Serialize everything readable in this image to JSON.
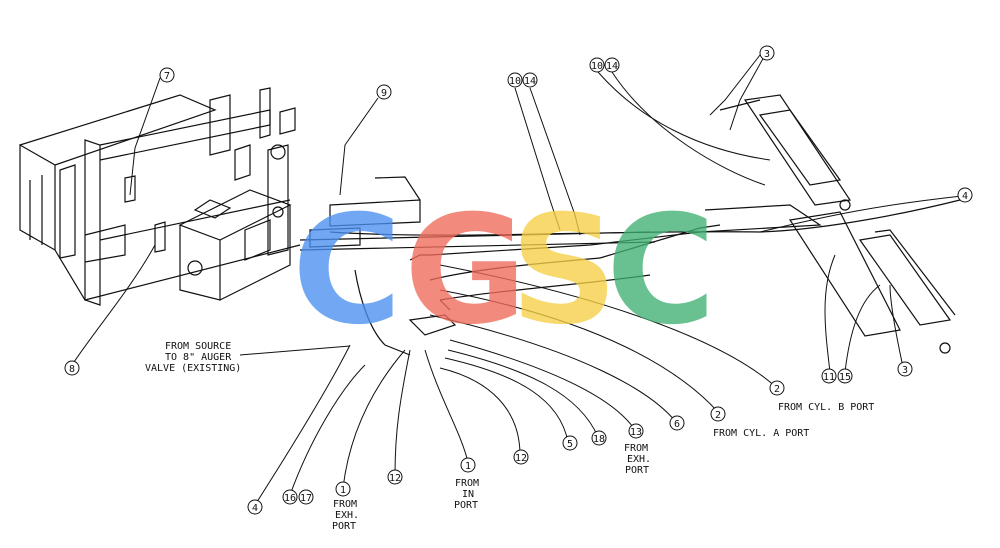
{
  "callouts": {
    "c7": "7",
    "c9": "9",
    "c10a": "10",
    "c14a": "14",
    "c10b": "10",
    "c14b": "14",
    "c3a": "3",
    "c4a": "4",
    "c8": "8",
    "c2a": "2",
    "c2b": "2",
    "c6": "6",
    "c13": "13",
    "c18": "18",
    "c5": "5",
    "c12a": "12",
    "c1a": "1",
    "c12b": "12",
    "c1b": "1",
    "c16": "16",
    "c17": "17",
    "c4b": "4",
    "c11": "11",
    "c15": "15",
    "c3b": "3"
  },
  "notes": {
    "source_1": "FROM SOURCE",
    "source_2": "TO 8\" AUGER",
    "source_3": "VALVE (EXISTING)",
    "cyl_b": "FROM CYL. B PORT",
    "cyl_a": "FROM CYL. A PORT",
    "exh13_1": "FROM",
    "exh13_2": "EXH.",
    "exh13_3": "PORT",
    "in_1": "FROM",
    "in_2": "IN",
    "in_3": "PORT",
    "exh1_1": "FROM",
    "exh1_2": "EXH.",
    "exh1_3": "PORT"
  },
  "watermark": {
    "letters": [
      "C",
      "G",
      "S",
      "C"
    ],
    "colors": [
      "#4a8ff0",
      "#ef6a5a",
      "#f6cf45",
      "#3faf72"
    ]
  },
  "line_color": "#111111"
}
